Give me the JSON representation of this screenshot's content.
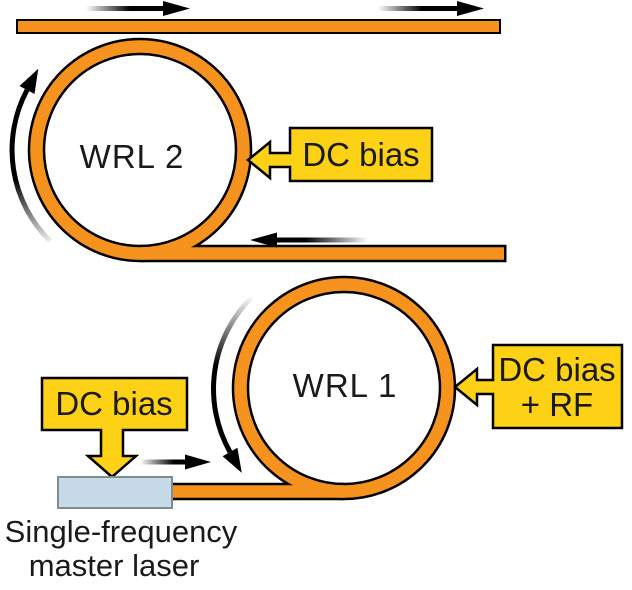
{
  "labels": {
    "wrl2": "WRL 2",
    "wrl1": "WRL 1",
    "dc_bias_wrl2": "DC bias",
    "dc_bias_wrl1_line1": "DC bias",
    "dc_bias_wrl1_line2": "+ RF",
    "dc_bias_laser": "DC bias",
    "laser_caption_line1": "Single-frequency",
    "laser_caption_line2": "master laser"
  },
  "colors": {
    "fiber_orange": "#F6921E",
    "callout_yellow": "#FCD116",
    "laser_fill": "#C7DAE8",
    "laser_border": "#7E8C96",
    "arrow_black": "#000000"
  }
}
